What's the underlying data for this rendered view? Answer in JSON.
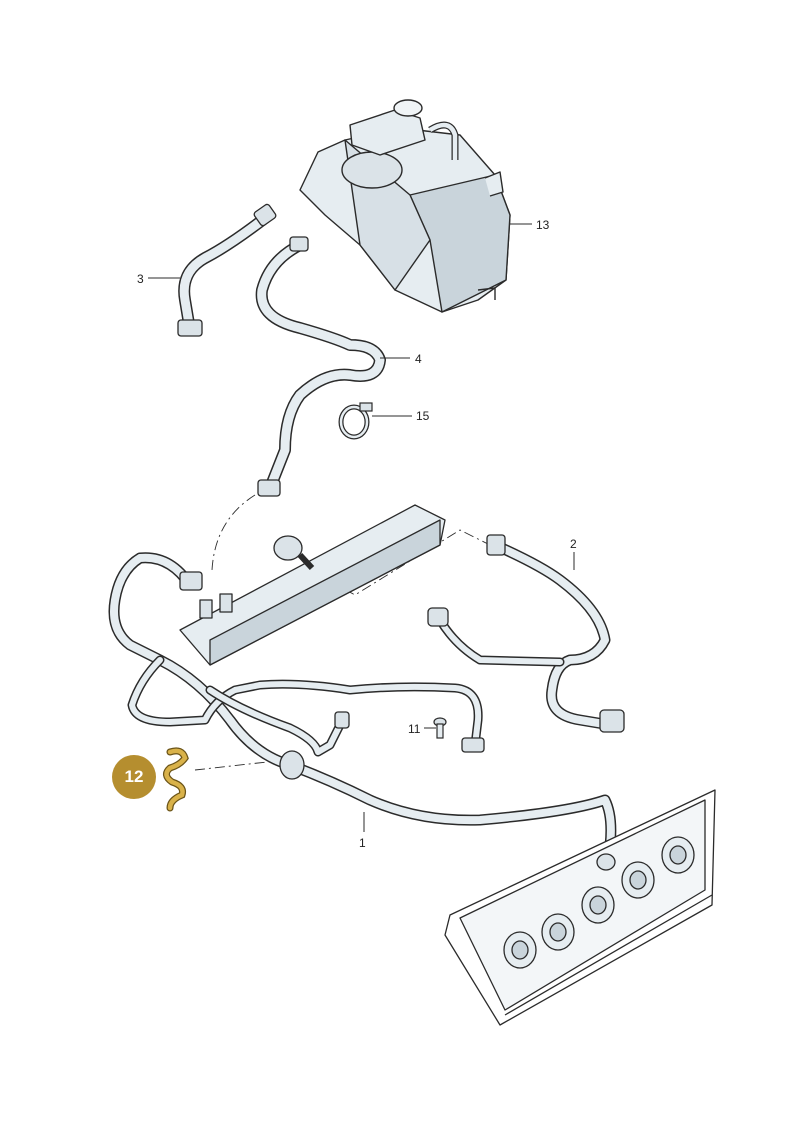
{
  "callouts": [
    {
      "id": "label-13",
      "text": "13"
    },
    {
      "id": "label-3",
      "text": "3"
    },
    {
      "id": "label-4",
      "text": "4"
    },
    {
      "id": "label-15",
      "text": "15"
    },
    {
      "id": "label-2",
      "text": "2"
    },
    {
      "id": "label-11",
      "text": "11"
    },
    {
      "id": "label-1",
      "text": "1"
    }
  ],
  "highlight": {
    "text": "12",
    "color": "#b58e2f"
  },
  "colors": {
    "line": "#2b2b2b",
    "part_fill": "#e6edf1",
    "part_shade": "#c9d4db",
    "highlight_part": "#d9b24a"
  }
}
